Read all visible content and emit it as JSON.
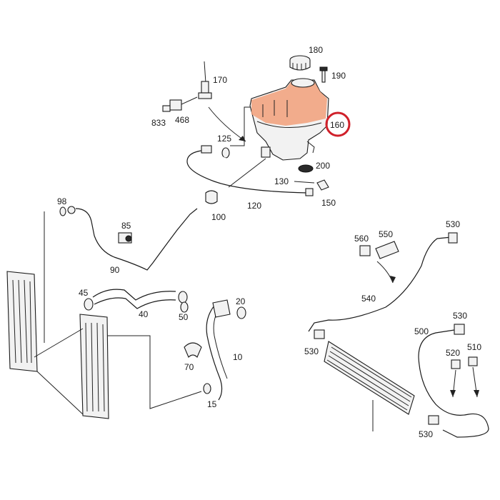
{
  "diagram": {
    "highlight_color": "#f2a07a",
    "circle_color": "#d0202a",
    "highlighted_part": "160",
    "labels": {
      "p180": "180",
      "p190": "190",
      "p170": "170",
      "p833": "833",
      "p468": "468",
      "p160": "160",
      "p125": "125",
      "p200": "200",
      "p130": "130",
      "p150": "150",
      "p120": "120",
      "p100": "100",
      "p98": "98",
      "p85": "85",
      "p90": "90",
      "p45": "45",
      "p40": "40",
      "p50": "50",
      "p20": "20",
      "p10": "10",
      "p70": "70",
      "p15": "15",
      "p560": "560",
      "p550": "550",
      "p530a": "530",
      "p540": "540",
      "p530b": "530",
      "p530c": "530",
      "p500": "500",
      "p520": "520",
      "p510": "510",
      "p530d": "530"
    }
  }
}
